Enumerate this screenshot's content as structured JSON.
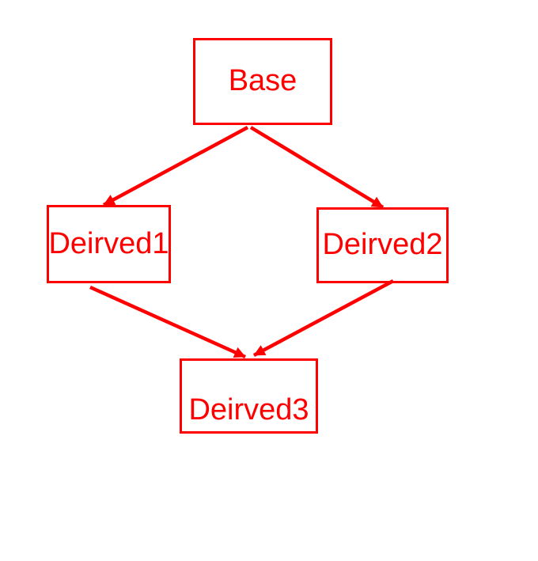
{
  "diagram": {
    "type": "inheritance-diagram",
    "accent_color": "#ff0000",
    "background_color": "#ffffff",
    "nodes": [
      {
        "id": "base",
        "label": "Base"
      },
      {
        "id": "derived1",
        "label": "Deirved1"
      },
      {
        "id": "derived2",
        "label": "Deirved2"
      },
      {
        "id": "derived3",
        "label": "Deirved3"
      }
    ],
    "edges": [
      {
        "from": "base",
        "to": "derived1"
      },
      {
        "from": "base",
        "to": "derived2"
      },
      {
        "from": "derived1",
        "to": "derived3"
      },
      {
        "from": "derived2",
        "to": "derived3"
      }
    ]
  }
}
